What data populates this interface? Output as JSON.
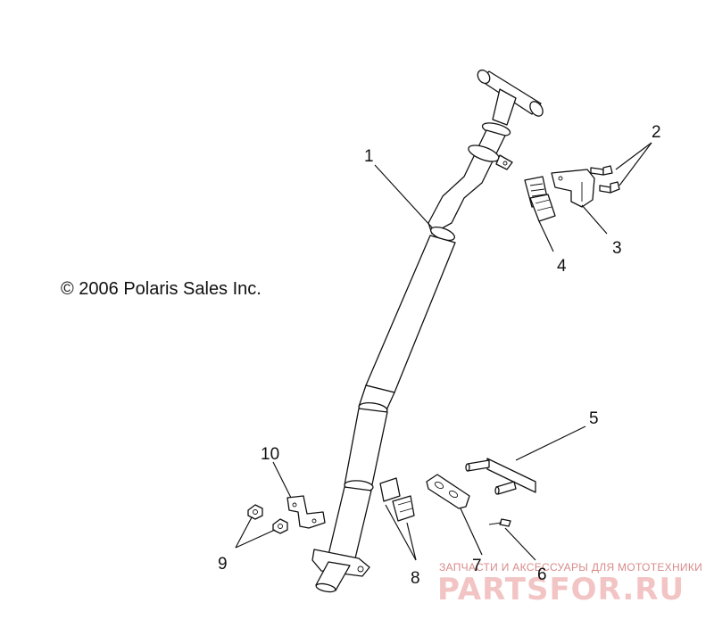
{
  "copyright": "© 2006 Polaris Sales Inc.",
  "callouts": [
    {
      "id": "1",
      "label": "1"
    },
    {
      "id": "2",
      "label": "2"
    },
    {
      "id": "3",
      "label": "3"
    },
    {
      "id": "4",
      "label": "4"
    },
    {
      "id": "5",
      "label": "5"
    },
    {
      "id": "6",
      "label": "6"
    },
    {
      "id": "7",
      "label": "7"
    },
    {
      "id": "8",
      "label": "8"
    },
    {
      "id": "9",
      "label": "9"
    },
    {
      "id": "10",
      "label": "10"
    }
  ],
  "watermark": {
    "tagline": "ЗАПЧАСТИ И АКСЕССУАРЫ ДЛЯ МОТОТЕХНИКИ",
    "brand": "PARTSFOR.RU"
  }
}
